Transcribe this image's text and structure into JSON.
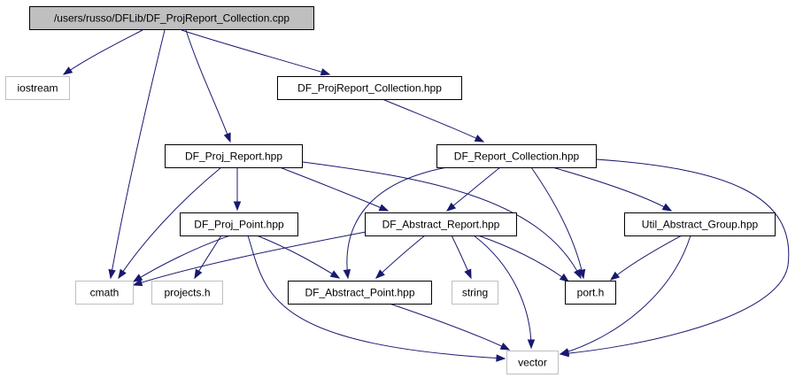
{
  "graph": {
    "edge_color": "#191970",
    "root_fill": "#bfbfbf",
    "project_border": "#000000",
    "external_border": "#bfbfbf",
    "nodes": [
      {
        "id": "root",
        "label": "/users/russo/DFLib/DF_ProjReport_Collection.cpp",
        "kind": "root"
      },
      {
        "id": "iostream",
        "label": "iostream",
        "kind": "external"
      },
      {
        "id": "prc_hpp",
        "label": "DF_ProjReport_Collection.hpp",
        "kind": "project"
      },
      {
        "id": "proj_report",
        "label": "DF_Proj_Report.hpp",
        "kind": "project"
      },
      {
        "id": "report_coll",
        "label": "DF_Report_Collection.hpp",
        "kind": "project"
      },
      {
        "id": "proj_point",
        "label": "DF_Proj_Point.hpp",
        "kind": "project"
      },
      {
        "id": "abs_report",
        "label": "DF_Abstract_Report.hpp",
        "kind": "project"
      },
      {
        "id": "util_group",
        "label": "Util_Abstract_Group.hpp",
        "kind": "project"
      },
      {
        "id": "cmath",
        "label": "cmath",
        "kind": "external"
      },
      {
        "id": "projects",
        "label": "projects.h",
        "kind": "external"
      },
      {
        "id": "abs_point",
        "label": "DF_Abstract_Point.hpp",
        "kind": "project"
      },
      {
        "id": "string",
        "label": "string",
        "kind": "external"
      },
      {
        "id": "port",
        "label": "port.h",
        "kind": "project"
      },
      {
        "id": "vector",
        "label": "vector",
        "kind": "external"
      }
    ],
    "edges": [
      {
        "from": "root",
        "to": "iostream"
      },
      {
        "from": "root",
        "to": "prc_hpp"
      },
      {
        "from": "root",
        "to": "proj_report"
      },
      {
        "from": "root",
        "to": "cmath"
      },
      {
        "from": "prc_hpp",
        "to": "report_coll"
      },
      {
        "from": "proj_report",
        "to": "proj_point"
      },
      {
        "from": "proj_report",
        "to": "abs_report"
      },
      {
        "from": "proj_report",
        "to": "cmath"
      },
      {
        "from": "proj_report",
        "to": "port"
      },
      {
        "from": "report_coll",
        "to": "abs_report"
      },
      {
        "from": "report_coll",
        "to": "abs_point"
      },
      {
        "from": "report_coll",
        "to": "port"
      },
      {
        "from": "report_coll",
        "to": "util_group"
      },
      {
        "from": "report_coll",
        "to": "vector"
      },
      {
        "from": "proj_point",
        "to": "cmath"
      },
      {
        "from": "proj_point",
        "to": "projects"
      },
      {
        "from": "proj_point",
        "to": "abs_point"
      },
      {
        "from": "proj_point",
        "to": "vector"
      },
      {
        "from": "abs_report",
        "to": "cmath"
      },
      {
        "from": "abs_report",
        "to": "abs_point"
      },
      {
        "from": "abs_report",
        "to": "string"
      },
      {
        "from": "abs_report",
        "to": "port"
      },
      {
        "from": "abs_report",
        "to": "vector"
      },
      {
        "from": "util_group",
        "to": "port"
      },
      {
        "from": "util_group",
        "to": "vector"
      },
      {
        "from": "abs_point",
        "to": "vector"
      }
    ]
  }
}
